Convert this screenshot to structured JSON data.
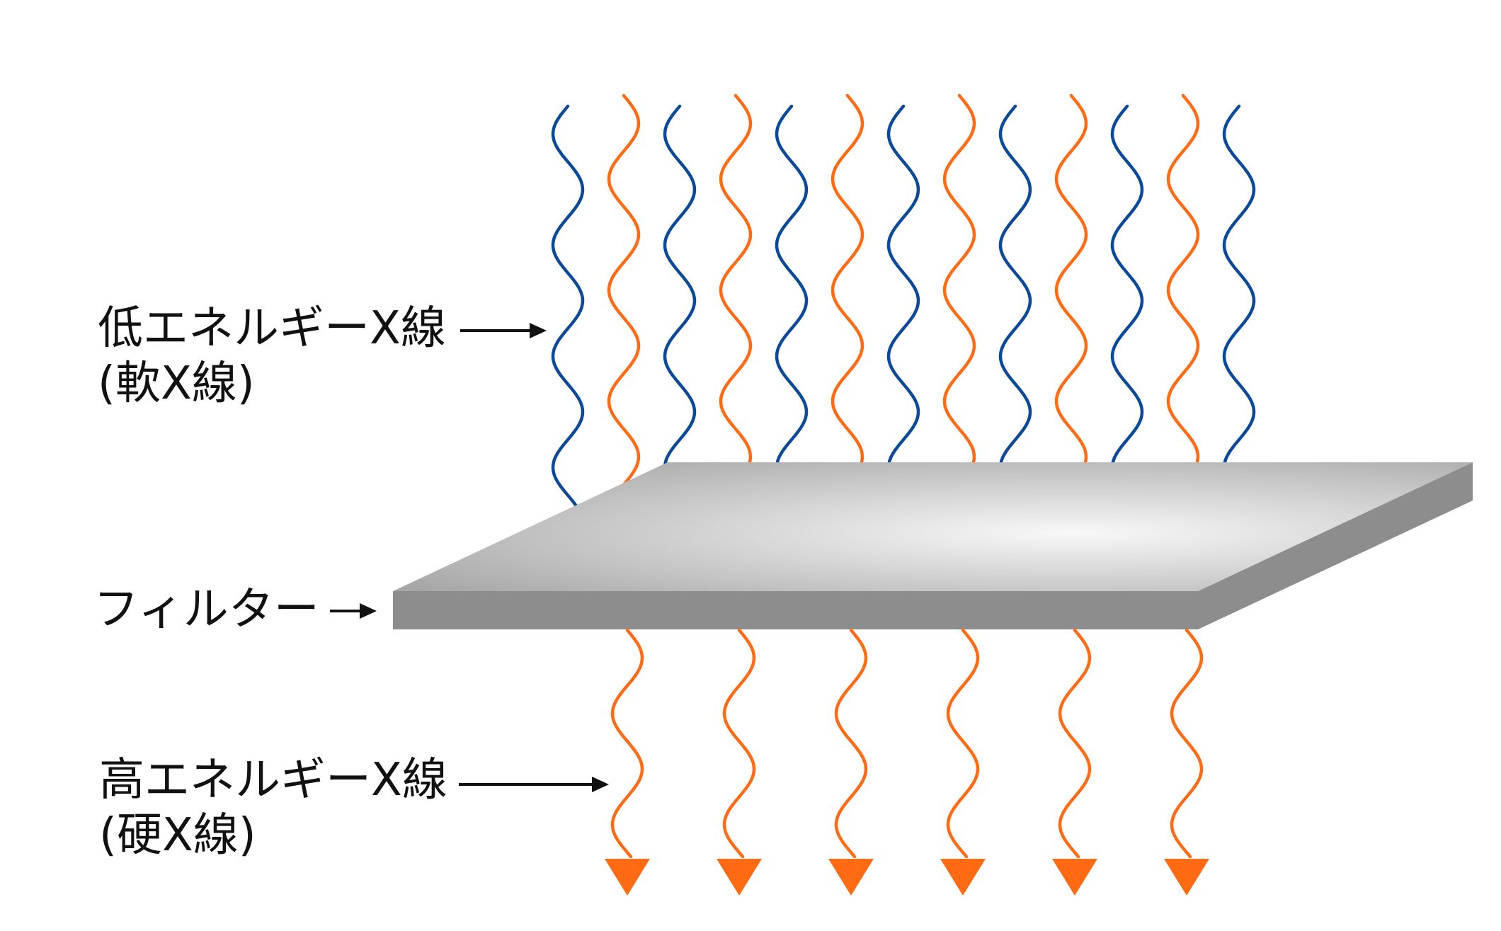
{
  "labels": {
    "low_energy": {
      "line1": "低エネルギーX線",
      "line2": "(軟X線)"
    },
    "filter": "フィルター",
    "high_energy": {
      "line1": "高エネルギーX線",
      "line2": "(硬X線)"
    }
  },
  "colors": {
    "soft_xray": "#0b4a9b",
    "hard_xray": "#ff6a13",
    "filter_side": "#8d8d8d",
    "filter_top_light": "#f7f7f7",
    "filter_top_dark": "#a8a8a8",
    "text": "#111111"
  },
  "counts": {
    "incoming_waves": 13,
    "transmitted_waves": 6
  },
  "icons": {
    "low_pointer": "arrow-right-icon",
    "filter_pointer": "arrow-right-icon",
    "high_pointer": "arrow-right-icon",
    "wave_tip": "triangle-down-icon"
  }
}
